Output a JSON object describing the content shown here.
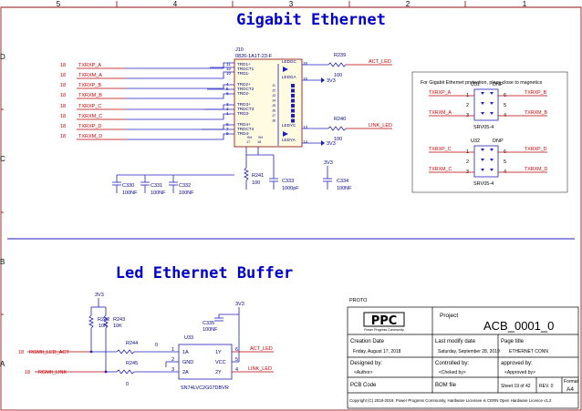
{
  "border": {
    "cols": [
      "5",
      "4",
      "3",
      "2",
      "1"
    ],
    "rows": [
      "D",
      "C",
      "B",
      "A"
    ]
  },
  "titles": {
    "top": "Gigabit Ethernet",
    "bottom": "Led Ethernet Buffer"
  },
  "connector": {
    "ref": "J10",
    "part": "0826-1A1T-23-F",
    "pins_left": [
      "11",
      "12",
      "10",
      "4",
      "5",
      "6",
      "3",
      "2",
      "1",
      "8",
      "7",
      "9"
    ],
    "labels_left": [
      "TRD1+",
      "TRDCT1",
      "TRD1-",
      "TRD2+",
      "TRDCT2",
      "TRD2-",
      "TRD3+",
      "TRDCT3",
      "TRD3-",
      "TRD4+",
      "TRDCT4",
      "TRD4-"
    ],
    "labels_right": [
      "LEDGC",
      "LEDGA",
      "LEDYC",
      "LEDYA"
    ],
    "pins_right": [
      "15",
      "16",
      "13",
      "14"
    ],
    "inner_pins": [
      "J1",
      "J2",
      "J3",
      "J4",
      "J5",
      "J6",
      "J7",
      "J8"
    ],
    "bottom_pins": [
      "17",
      "18"
    ],
    "bottom_labels": [
      "SH",
      "SH"
    ]
  },
  "nets_left": [
    {
      "sheet": "18",
      "name": "TXRXP_A"
    },
    {
      "sheet": "18",
      "name": "TXRXM_A"
    },
    {
      "sheet": "18",
      "name": "TXRXP_B"
    },
    {
      "sheet": "18",
      "name": "TXRXM_B"
    },
    {
      "sheet": "18",
      "name": "TXRXP_C"
    },
    {
      "sheet": "18",
      "name": "TXRXM_C"
    },
    {
      "sheet": "18",
      "name": "TXRXP_D"
    },
    {
      "sheet": "18",
      "name": "TXRXM_D"
    }
  ],
  "resistors": {
    "r239": {
      "ref": "R239",
      "value": "100"
    },
    "r240": {
      "ref": "R240",
      "value": "100"
    },
    "r241": {
      "ref": "R241",
      "value": "100"
    },
    "r242": {
      "ref": "R242",
      "value": "10K"
    },
    "r243": {
      "ref": "R243",
      "value": "10K"
    },
    "r244": {
      "ref": "R244",
      "value": "0"
    },
    "r245": {
      "ref": "R245",
      "value": "0"
    }
  },
  "caps": [
    {
      "ref": "C330",
      "value": "100NF"
    },
    {
      "ref": "C331",
      "value": "100NF"
    },
    {
      "ref": "C332",
      "value": "100NF"
    },
    {
      "ref": "C333",
      "value": "1000pF"
    },
    {
      "ref": "C334",
      "value": "100NF"
    },
    {
      "ref": "C335",
      "value": "100NF"
    }
  ],
  "net_labels": {
    "act_led": "ACT_LED",
    "link_led": "LINK_LED",
    "v33": "3V3",
    "rgmii_act": "RGMII_LED_ACT",
    "rgmii_link": "RGMII_LINK"
  },
  "esd": {
    "note": "For Gigabit Ethernet protection, place close to magnetics",
    "u31": {
      "ref": "U31",
      "dnp": "DNP",
      "part": "SRV05-4",
      "left": [
        "TXRXP_A",
        "TXRXM_A"
      ],
      "right": [
        "TXRXP_B",
        "TXRXM_B"
      ]
    },
    "u32": {
      "ref": "U32",
      "dnp": "DNP",
      "part": "SRV05-4",
      "left": [
        "TXRXP_C",
        "TXRXM_C"
      ],
      "right": [
        "TXRXP_D",
        "TXRXM_D"
      ]
    },
    "pins_left": [
      "1",
      "2",
      "3"
    ],
    "pins_right": [
      "6",
      "5",
      "4"
    ]
  },
  "buffer": {
    "ref": "U33",
    "part": "SN74LVC2G07DBVR",
    "pins_left": [
      {
        "num": "1",
        "name": "1A"
      },
      {
        "num": "2",
        "name": "GND"
      },
      {
        "num": "3",
        "name": "2A"
      }
    ],
    "pins_right": [
      {
        "num": "6",
        "name": "1Y"
      },
      {
        "num": "5",
        "name": "VCC"
      },
      {
        "num": "4",
        "name": "2Y"
      }
    ],
    "net_num_left": "0",
    "sheet_refs": [
      "18",
      "18"
    ]
  },
  "proto": "PROTO",
  "titleblock": {
    "project_label": "Project",
    "project": "ACB_0001_0",
    "creation_label": "Creation Date",
    "creation": "Friday, August 17, 2018",
    "modify_label": "Last modify date",
    "modify": "Saturday, September 28, 2019",
    "page_title_label": "Page title",
    "page_title": "ETHERNET CONN",
    "designed_label": "Designed by:",
    "designed": "<Author>",
    "controlled_label": "Controlled by:",
    "controlled": "<Cheked by>",
    "approved_label": "approved by:",
    "approved": "<Approved by>",
    "pcb_label": "PCB Code",
    "bom_label": "BOM file",
    "sheet": "Sheet 19  of  42",
    "rev": "REV.  0",
    "format_label": "Format",
    "format": "A4",
    "copyright": "Copyright (C) 2018-2019, Power Progress Community, Hardware Licensee is CERN Open Hardware Licence v1.2",
    "logo_text": "PPC",
    "logo_sub": "Power Progress Community"
  }
}
